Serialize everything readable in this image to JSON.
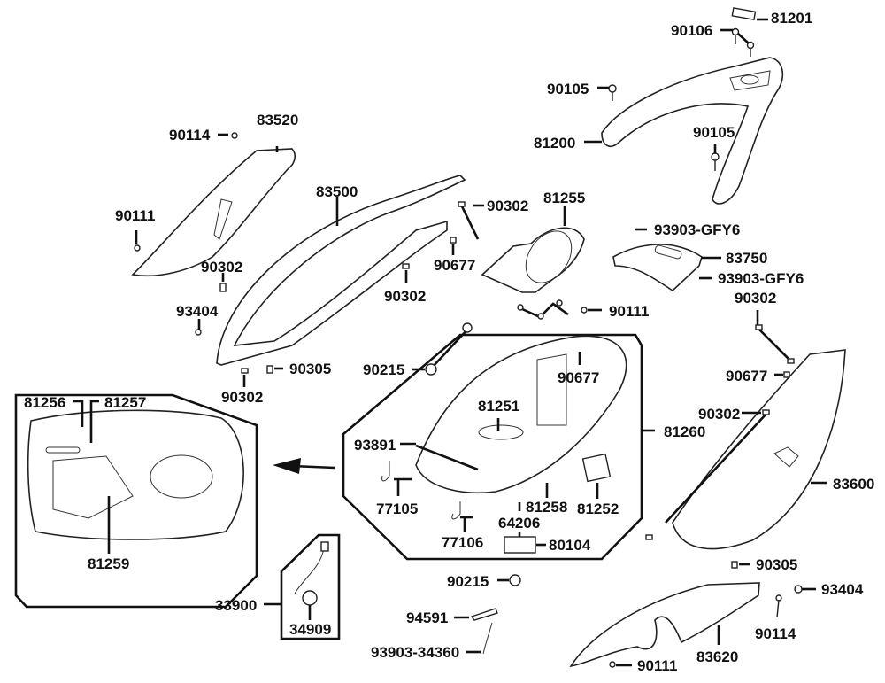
{
  "diagram": {
    "title": "Scooter body cover parts exploded view",
    "labels": {
      "p81201": "81201",
      "p90106": "90106",
      "p90105a": "90105",
      "p90105b": "90105",
      "p81200": "81200",
      "p90114a": "90114",
      "p83520": "83520",
      "p83500": "83500",
      "p90302a": "90302",
      "p81255": "81255",
      "p93903a": "93903-GFY6",
      "p90111a": "90111",
      "p90677a": "90677",
      "p90302b": "90302",
      "p83750": "83750",
      "p93903b": "93903-GFY6",
      "p90302c": "90302",
      "p93404a": "93404",
      "p90302d": "90302",
      "p90111b": "90111",
      "p90302e": "90302",
      "p90305a": "90305",
      "p90215a": "90215",
      "p90677b": "90677",
      "p90677c": "90677",
      "p90302f": "90302",
      "p81256": "81256",
      "p81257": "81257",
      "p81259": "81259",
      "p81251": "81251",
      "p81260": "81260",
      "p93891": "93891",
      "p77105": "77105",
      "p81258": "81258",
      "p64206": "64206",
      "p81252": "81252",
      "p77106": "77106",
      "p80104": "80104",
      "p83600": "83600",
      "p90302g": "90302",
      "p90305b": "90305",
      "p93404b": "93404",
      "p90215b": "90215",
      "p33900": "33900",
      "p34909": "34909",
      "p94591": "94591",
      "p93903c": "93903-34360",
      "p90114b": "90114",
      "p83620": "83620",
      "p90111c": "90111"
    },
    "icons": {
      "arrow": "arrow-left-icon"
    }
  }
}
